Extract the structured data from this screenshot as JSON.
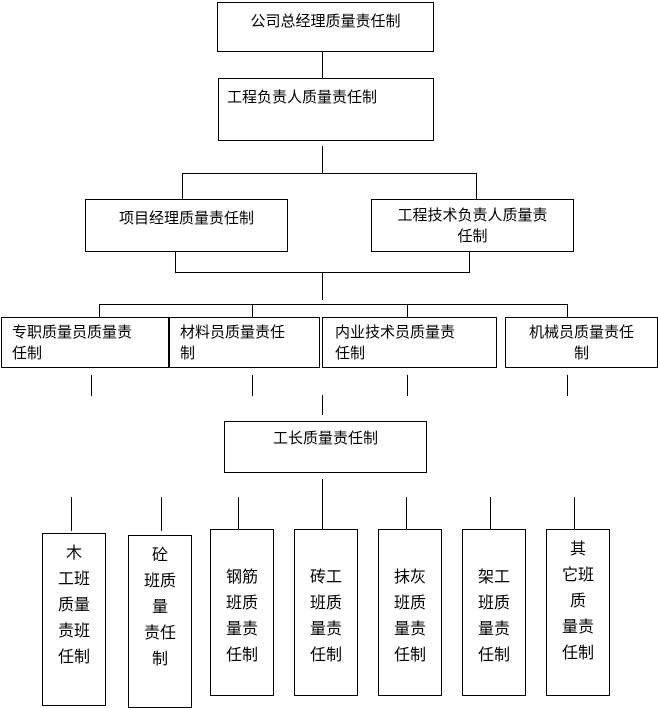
{
  "diagram": {
    "top": {
      "lines": [
        "公司总经理质量责任制"
      ]
    },
    "engineering": {
      "lines": [
        "工程负责人质量责任制"
      ]
    },
    "project_manager": {
      "lines": [
        "项目经理质量责任制"
      ]
    },
    "tech_lead": {
      "lines": [
        "工程技术负责人质量责",
        "任制"
      ]
    },
    "quality_inspector": {
      "lines": [
        "专职质量员质量责",
        "任制"
      ]
    },
    "materials": {
      "lines": [
        "材料员质量责任",
        "制"
      ]
    },
    "internal_tech": {
      "lines": [
        "内业技术员质量责",
        "任制"
      ]
    },
    "mechanical": {
      "lines": [
        "机械员质量责任",
        "制"
      ]
    },
    "foreman": {
      "lines": [
        "工长质量责任制"
      ]
    },
    "teams": [
      {
        "lines": [
          "木",
          "工班",
          "质量",
          "责班",
          "任制"
        ]
      },
      {
        "lines": [
          "砼",
          "班质",
          "量",
          "责任",
          "制"
        ]
      },
      {
        "lines": [
          "钢筋",
          "班质",
          "量责",
          "任制"
        ]
      },
      {
        "lines": [
          "砖工",
          "班质",
          "量责",
          "任制"
        ]
      },
      {
        "lines": [
          "抹灰",
          "班质",
          "量责",
          "任制"
        ]
      },
      {
        "lines": [
          "架工",
          "班质",
          "量责",
          "任制"
        ]
      },
      {
        "lines": [
          "其",
          "它班",
          "质",
          "量责",
          "任制"
        ]
      }
    ]
  }
}
